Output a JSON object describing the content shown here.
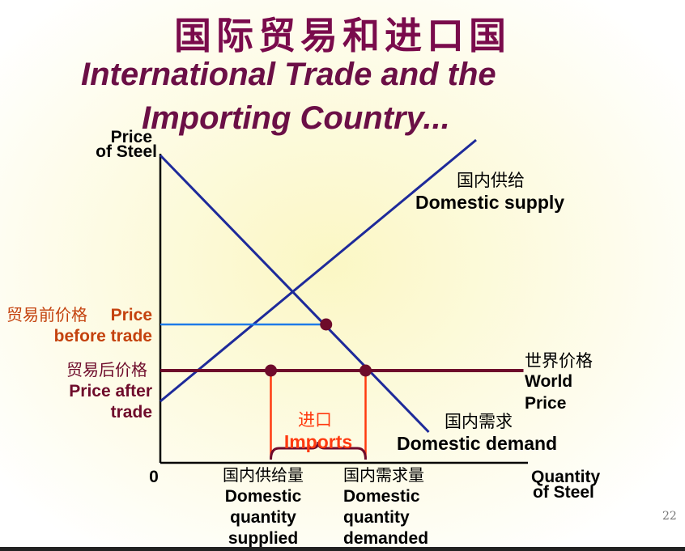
{
  "title_cn": "国际贸易和进口国",
  "title_en_line1": "International Trade and the",
  "title_en_line2": "Importing Country...",
  "colors": {
    "title": "#7a0b4c",
    "axis": "#000000",
    "supply_demand": "#1e2a9a",
    "pre_trade_price": "#1e7be8",
    "world_price": "#6e0b2b",
    "imports": "#ff3a10",
    "label_orange": "#c4420e",
    "label_maroon": "#6e0b2b"
  },
  "chart_data": {
    "type": "line",
    "series": [
      {
        "name": "Domestic supply",
        "x": [
          0,
          10
        ],
        "y": [
          2,
          10.5
        ]
      },
      {
        "name": "Domestic demand",
        "x": [
          0,
          8.5
        ],
        "y": [
          10,
          1
        ]
      }
    ],
    "pre_trade_price": 4.5,
    "world_price": 3.0,
    "equilibrium": {
      "x": 5.25,
      "y": 4.5
    },
    "quantity_supplied": 3.5,
    "quantity_demanded": 6.5,
    "xlim": [
      0,
      12
    ],
    "ylim": [
      0,
      10.5
    ],
    "grid": false
  },
  "labels": {
    "y_axis_1": "Price",
    "y_axis_2": "of Steel",
    "x_axis_1": "Quantity",
    "x_axis_2": "of Steel",
    "origin": "0",
    "supply_cn": "国内供给",
    "supply_en": "Domestic supply",
    "demand_cn": "国内需求",
    "demand_en": "Domestic demand",
    "world_cn": "世界价格",
    "world_en_1": "World",
    "world_en_2": "Price",
    "before_cn": "贸易前价格",
    "before_en_1": "Price",
    "before_en_2": "before trade",
    "after_cn": "贸易后价格",
    "after_en_1": "Price after",
    "after_en_2": "trade",
    "imports_cn": "进口",
    "imports_en": "Imports",
    "qs_cn": "国内供给量",
    "qs_en_1": "Domestic",
    "qs_en_2": "quantity",
    "qs_en_3": "supplied",
    "qd_cn": "国内需求量",
    "qd_en_1": "Domestic",
    "qd_en_2": "quantity",
    "qd_en_3": "demanded"
  },
  "page_number": "22"
}
